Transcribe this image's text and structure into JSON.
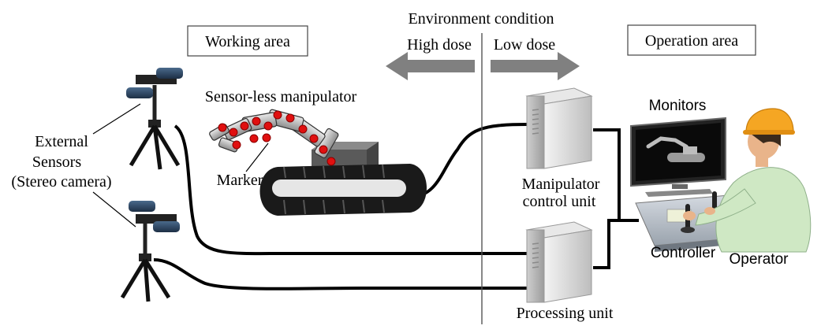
{
  "header": {
    "environment_condition": "Environment condition",
    "high_dose": "High dose",
    "low_dose": "Low dose"
  },
  "areas": {
    "working_area": "Working area",
    "operation_area": "Operation area"
  },
  "labels": {
    "sensorless_manipulator": "Sensor-less manipulator",
    "marker": "Marker",
    "external_sensors_line1": "External",
    "external_sensors_line2": "Sensors",
    "external_sensors_line3": "(Stereo camera)",
    "manipulator_control_line1": "Manipulator",
    "manipulator_control_line2": "control unit",
    "processing_unit": "Processing unit",
    "monitors": "Monitors",
    "controller": "Controller",
    "operator": "Operator"
  },
  "colors": {
    "arrow_gray": "#808080",
    "marker_red": "#e01010",
    "helmet_orange": "#f5a623",
    "shirt_green": "#cfe8c4",
    "tread_black": "#1a1a1a",
    "cabinet_gray": "#d8d8d8"
  }
}
